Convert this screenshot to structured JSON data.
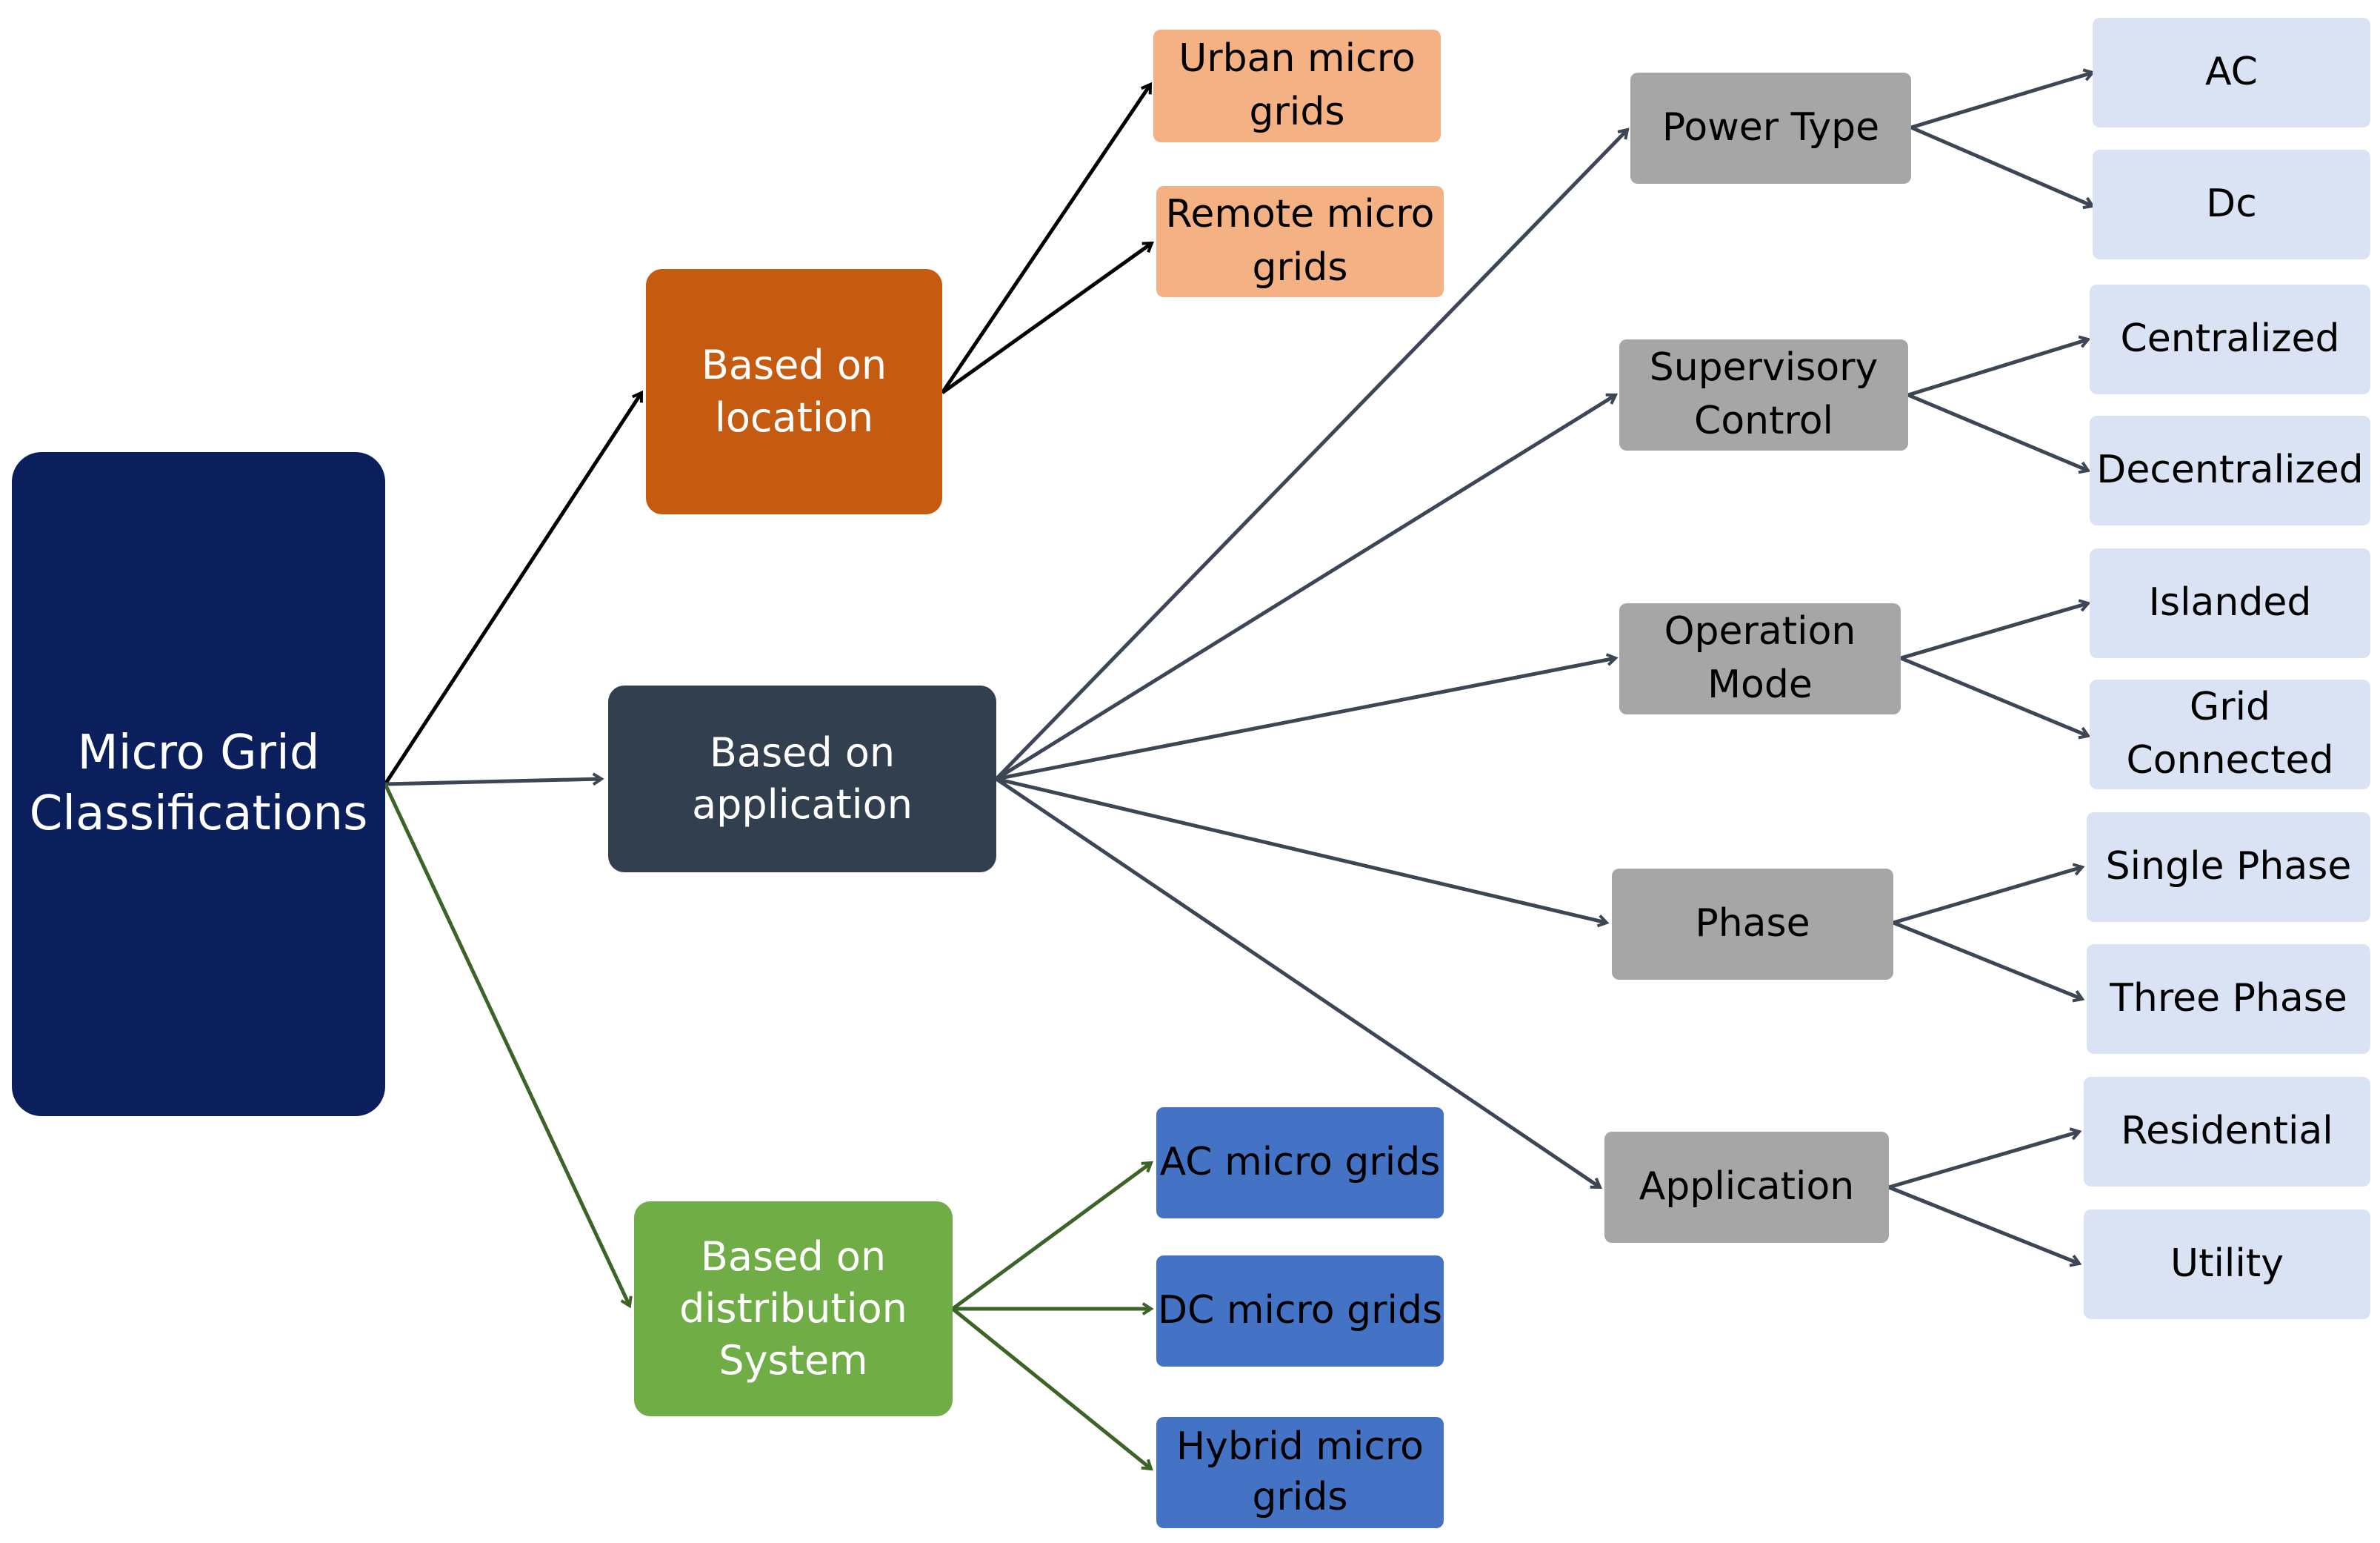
{
  "root": {
    "label": "Micro Grid\nClassifications"
  },
  "categories": {
    "location": {
      "label": "Based on\nlocation",
      "items": [
        "Urban micro\ngrids",
        "Remote micro\ngrids"
      ]
    },
    "application": {
      "label": "Based on\napplication",
      "groups": [
        {
          "label": "Power Type",
          "items": [
            "AC",
            "Dc"
          ]
        },
        {
          "label": "Supervisory\nControl",
          "items": [
            "Centralized",
            "Decentralized"
          ]
        },
        {
          "label": "Operation\nMode",
          "items": [
            "Islanded",
            "Grid\nConnected"
          ]
        },
        {
          "label": "Phase",
          "items": [
            "Single Phase",
            "Three Phase"
          ]
        },
        {
          "label": "Application",
          "items": [
            "Residential",
            "Utility"
          ]
        }
      ]
    },
    "distribution": {
      "label": "Based on\ndistribution\nSystem",
      "items": [
        "AC micro grids",
        "DC micro grids",
        "Hybrid micro\ngrids"
      ]
    }
  },
  "colors": {
    "root": "#0b1f5c",
    "location": "#c55a11",
    "location_items": "#f4b183",
    "application": "#323f4f",
    "application_groups": "#a6a6a6",
    "application_items": "#dae3f3",
    "distribution": "#70ad47",
    "distribution_items": "#4472c4",
    "arrow_black": "#000000",
    "arrow_slate": "#3c4655",
    "arrow_green": "#3c6428"
  }
}
